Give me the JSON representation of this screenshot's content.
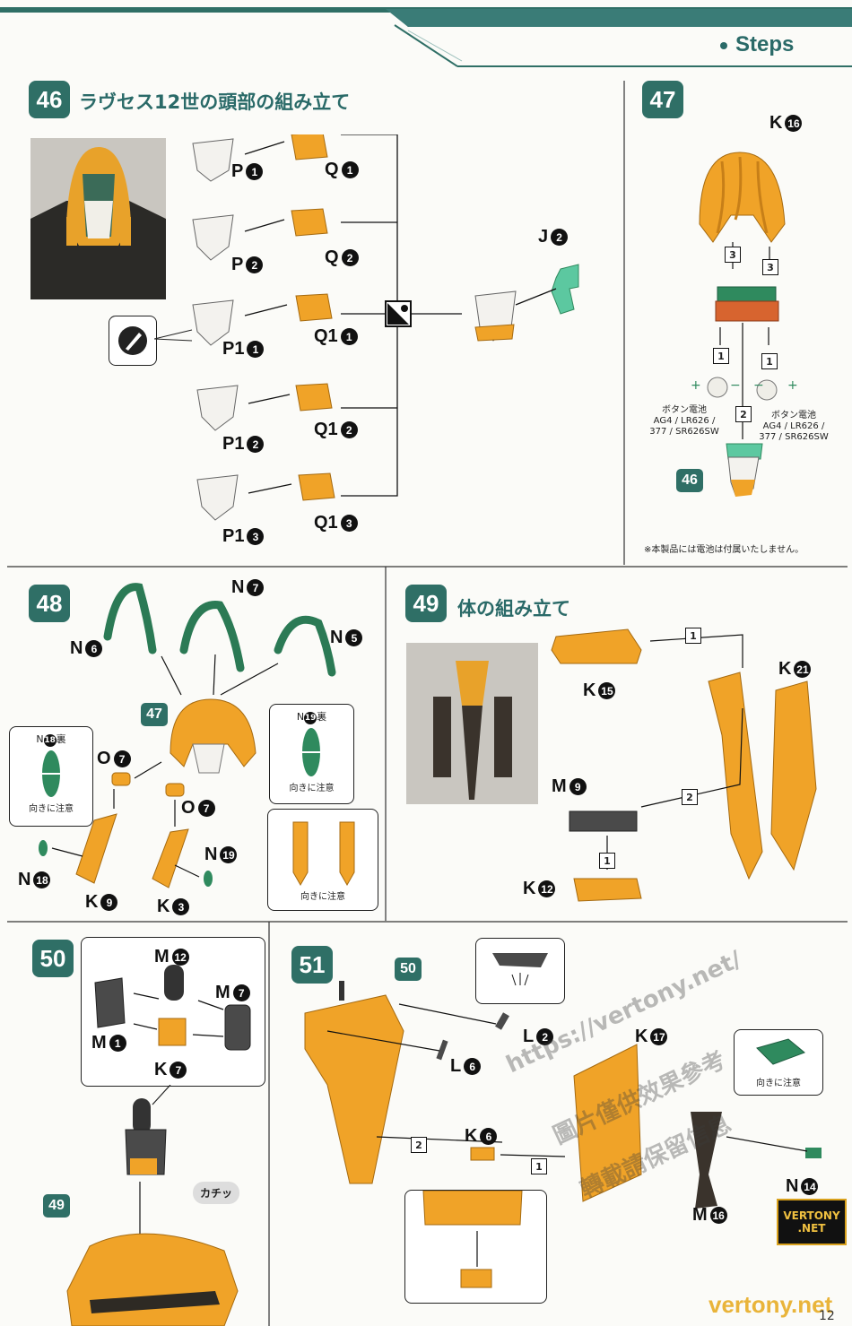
{
  "header": {
    "section": "Steps"
  },
  "step46": {
    "number": "46",
    "title": "ラヴセス12世の頭部の組み立て",
    "labels": [
      {
        "letter": "P",
        "num": "1"
      },
      {
        "letter": "Q",
        "num": "1"
      },
      {
        "letter": "P",
        "num": "2"
      },
      {
        "letter": "Q",
        "num": "2"
      },
      {
        "letter": "P1",
        "num": "1"
      },
      {
        "letter": "Q1",
        "num": "1"
      },
      {
        "letter": "P1",
        "num": "2"
      },
      {
        "letter": "Q1",
        "num": "2"
      },
      {
        "letter": "P1",
        "num": "3"
      },
      {
        "letter": "Q1",
        "num": "3"
      },
      {
        "letter": "J",
        "num": "2"
      }
    ]
  },
  "step47": {
    "number": "47",
    "k_label": {
      "letter": "K",
      "num": "16"
    },
    "step_marks": [
      "3",
      "3",
      "1",
      "1",
      "2"
    ],
    "battery_left": [
      "ボタン電池",
      "AG4 / LR626 /",
      "377 / SR626SW"
    ],
    "battery_right": [
      "ボタン電池",
      "AG4 / LR626 /",
      "377 / SR626SW"
    ],
    "ref_step": "46",
    "footnote": "※本製品には電池は付属いたしません。"
  },
  "step48": {
    "number": "48",
    "ref_step": "47",
    "labels": {
      "n6": {
        "letter": "N",
        "num": "6"
      },
      "n7": {
        "letter": "N",
        "num": "7"
      },
      "n5": {
        "letter": "N",
        "num": "5"
      },
      "o7a": {
        "letter": "O",
        "num": "7"
      },
      "o7b": {
        "letter": "O",
        "num": "7"
      },
      "n18": {
        "letter": "N",
        "num": "18"
      },
      "n19": {
        "letter": "N",
        "num": "19"
      },
      "k9": {
        "letter": "K",
        "num": "9"
      },
      "k3": {
        "letter": "K",
        "num": "3"
      }
    },
    "box1": {
      "title_letter": "N",
      "title_num": "18",
      "title_suffix": "裏",
      "caption": "向きに注意"
    },
    "box2": {
      "title_letter": "N",
      "title_num": "19",
      "title_suffix": "裏",
      "caption": "向きに注意"
    },
    "box3": {
      "caption": "向きに注意"
    }
  },
  "step49": {
    "number": "49",
    "title": "体の組み立て",
    "labels": {
      "k15": {
        "letter": "K",
        "num": "15"
      },
      "k21": {
        "letter": "K",
        "num": "21"
      },
      "m9": {
        "letter": "M",
        "num": "9"
      },
      "k12": {
        "letter": "K",
        "num": "12"
      }
    },
    "step_marks": [
      "1",
      "2",
      "1"
    ]
  },
  "step50": {
    "number": "50",
    "labels": {
      "m12": {
        "letter": "M",
        "num": "12"
      },
      "m7": {
        "letter": "M",
        "num": "7"
      },
      "m1": {
        "letter": "M",
        "num": "1"
      },
      "k7": {
        "letter": "K",
        "num": "7"
      }
    },
    "ref_step": "49",
    "sound": "カチッ"
  },
  "step51": {
    "number": "51",
    "ref_step": "50",
    "labels": {
      "l2": {
        "letter": "L",
        "num": "2"
      },
      "l6": {
        "letter": "L",
        "num": "6"
      },
      "k17": {
        "letter": "K",
        "num": "17"
      },
      "k6": {
        "letter": "K",
        "num": "6"
      },
      "n14": {
        "letter": "N",
        "num": "14"
      },
      "m16": {
        "letter": "M",
        "num": "16"
      }
    },
    "step_marks": [
      "2",
      "1"
    ],
    "caption": "向きに注意"
  },
  "watermarks": {
    "url": "https://vertony.net/",
    "line1": "圖片僅供效果參考",
    "line2": "轉載請保留信息",
    "badge": "VERTONY .NET",
    "footer": "vertony.net"
  },
  "page_number": "12",
  "colors": {
    "accent": "#2f6f66",
    "orange": "#f0a328",
    "green": "#2f8a5e",
    "mint": "#5cc8a0",
    "dark": "#3b3b3b"
  }
}
